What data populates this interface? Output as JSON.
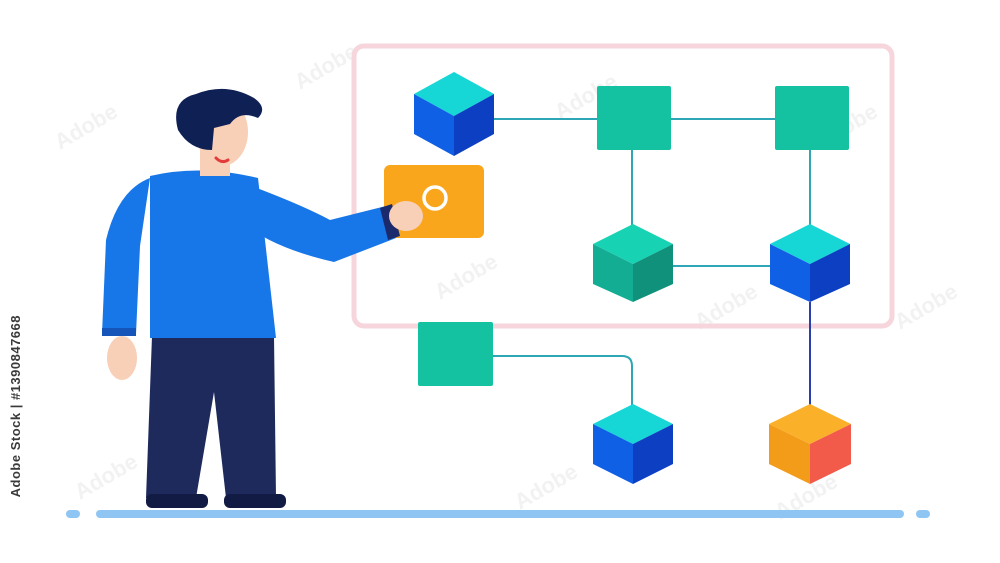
{
  "stock_watermark": {
    "id_text": "Adobe Stock | #1390847668",
    "tiled_mark": "Adobe"
  },
  "palette": {
    "frame": "#f6d6dc",
    "cyan_top": "#16d6d6",
    "blue_side": "#1060e6",
    "teal_tile": "#14c2a2",
    "orange": "#f9a61d",
    "red_side": "#f25a4a",
    "shirt": "#1877e8",
    "pants": "#1e2a5c",
    "hair": "#0f2055",
    "skin": "#f8cfb7",
    "ground": "#8ec5f2"
  },
  "illustration": {
    "subject": "person-touching-node-diagram",
    "highlighted_node_icon": "ring-icon"
  }
}
